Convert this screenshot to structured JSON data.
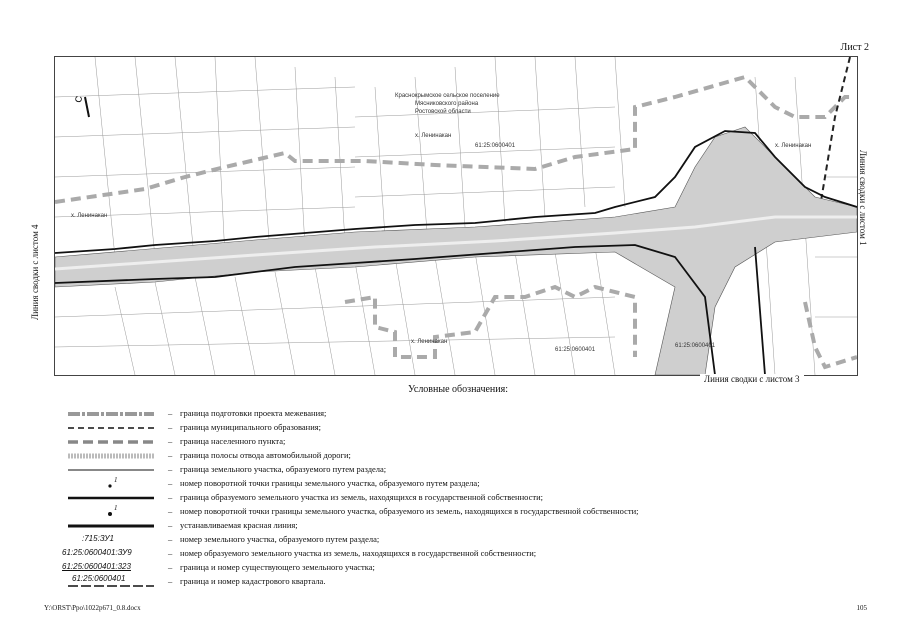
{
  "sheet_label": "Лист 2",
  "map": {
    "left_label": "Линия сводки с листом 4",
    "right_label": "Линия сводки с листом 1",
    "bottom_label": "Линия сводки с листом 3",
    "north_label": "С",
    "settlement_text": [
      "Краснокрымское сельское поселение",
      "Мясниковского района",
      "Ростовской области"
    ],
    "quarter_labels": [
      "61:25:0600401",
      "61:25:0600401",
      "61:25:0600401"
    ],
    "place_labels": [
      "х. Ленинакан",
      "х. Ленинакан",
      "х. Ленинакан",
      "х. Ленинакан"
    ]
  },
  "legend": {
    "title": "Условные обозначения:",
    "items": [
      {
        "desc": "граница подготовки проекта межевания;"
      },
      {
        "desc": "граница муниципального образования;"
      },
      {
        "desc": "граница населенного пункта;"
      },
      {
        "desc": "граница полосы отвода автомобильной дороги;"
      },
      {
        "desc": "граница земельного участка, образуемого путем раздела;"
      },
      {
        "desc": "номер поворотной точки границы земельного участка, образуемого путем раздела;"
      },
      {
        "desc": "граница образуемого земельного участка из земель, находящихся в государственной собственности;"
      },
      {
        "desc": "номер поворотной точки границы земельного участка, образуемого из земель, находящихся в государственной собственности;"
      },
      {
        "desc": "устанавливаемая красная линия;"
      },
      {
        "sym": ":715:ЗУ1",
        "desc": "номер земельного участка, образуемого путем раздела;"
      },
      {
        "sym": "61:25:0600401:ЗУ9",
        "desc": "номер образуемого земельного участка из земель, находящихся в государственной собственности;"
      },
      {
        "sym": "61:25:0600401:323",
        "desc": "граница и номер существующего земельного участка;"
      },
      {
        "sym": "61:25:0600401",
        "desc": "граница и номер кадастрового квартала."
      }
    ],
    "point_marks": [
      "1",
      "1"
    ]
  },
  "footer": {
    "path": "Y:\\ORST\\Ppo\\1022p671_0.8.docx",
    "page": "105"
  }
}
